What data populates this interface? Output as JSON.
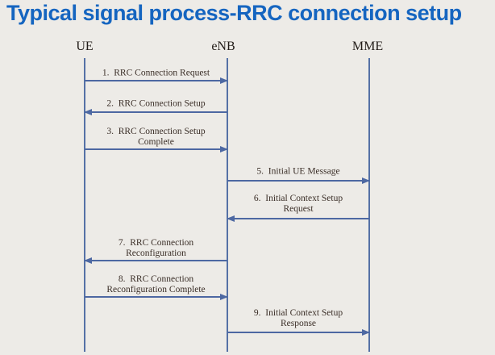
{
  "title": "Typical signal process-RRC connection setup",
  "colors": {
    "title_blue": "#1565c0",
    "line_blue": "#4d68a2",
    "message_text": "#3a2e27",
    "background": "#edebe7"
  },
  "diagram": {
    "entities": [
      {
        "name": "UE"
      },
      {
        "name": "eNB"
      },
      {
        "name": "MME"
      }
    ],
    "messages": [
      {
        "num": "1",
        "from": "UE",
        "to": "eNB",
        "label": "1.  RRC Connection Request"
      },
      {
        "num": "2",
        "from": "eNB",
        "to": "UE",
        "label": "2.  RRC Connection Setup"
      },
      {
        "num": "3",
        "from": "UE",
        "to": "eNB",
        "label": "3.  RRC Connection Setup\nComplete"
      },
      {
        "num": "5",
        "from": "eNB",
        "to": "MME",
        "label": "5.  Initial UE Message"
      },
      {
        "num": "6",
        "from": "MME",
        "to": "eNB",
        "label": "6.  Initial Context Setup\nRequest"
      },
      {
        "num": "7",
        "from": "eNB",
        "to": "UE",
        "label": "7.  RRC Connection\nReconfiguration"
      },
      {
        "num": "8",
        "from": "UE",
        "to": "eNB",
        "label": "8.  RRC Connection\nReconfiguration Complete"
      },
      {
        "num": "9",
        "from": "eNB",
        "to": "MME",
        "label": "9.  Initial Context Setup\nResponse"
      }
    ]
  }
}
